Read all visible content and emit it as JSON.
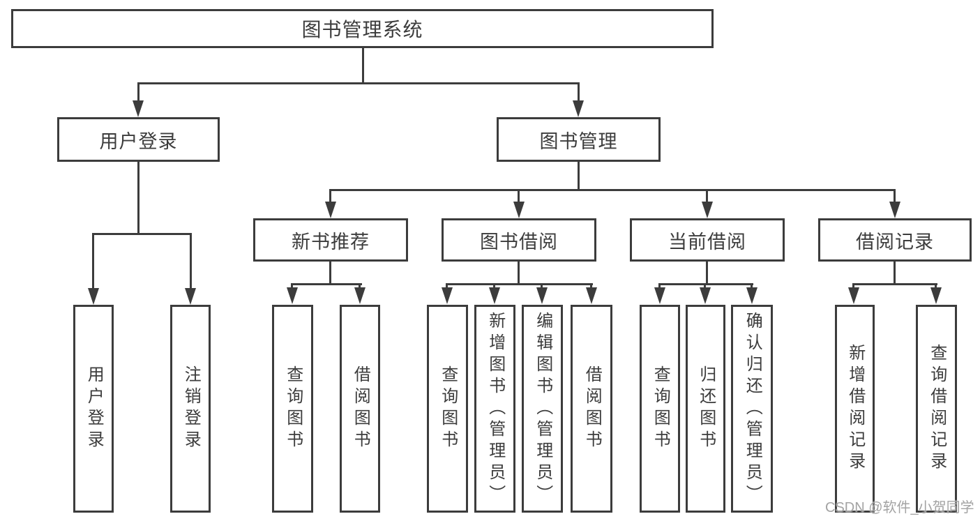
{
  "diagram_title": "图书管理系统",
  "colors": {
    "line": "#3c3c3c",
    "text": "#3c3c3c",
    "background": "#ffffff",
    "watermark": "#a3a3a3"
  },
  "tree": {
    "label": "图书管理系统",
    "children": [
      {
        "label": "用户登录",
        "children": [
          {
            "label": "用户登录"
          },
          {
            "label": "注销登录"
          }
        ]
      },
      {
        "label": "图书管理",
        "children": [
          {
            "label": "新书推荐",
            "children": [
              {
                "label": "查询图书"
              },
              {
                "label": "借阅图书"
              }
            ]
          },
          {
            "label": "图书借阅",
            "children": [
              {
                "label": "查询图书"
              },
              {
                "label": "新增图书（管理员）"
              },
              {
                "label": "编辑图书（管理员）"
              },
              {
                "label": "借阅图书"
              }
            ]
          },
          {
            "label": "当前借阅",
            "children": [
              {
                "label": "查询图书"
              },
              {
                "label": "归还图书"
              },
              {
                "label": "确认归还（管理员）"
              }
            ]
          },
          {
            "label": "借阅记录",
            "children": [
              {
                "label": "新增借阅记录"
              },
              {
                "label": "查询借阅记录"
              }
            ]
          }
        ]
      }
    ]
  },
  "watermark": {
    "text": "CSDN @软件_小贺同学"
  }
}
